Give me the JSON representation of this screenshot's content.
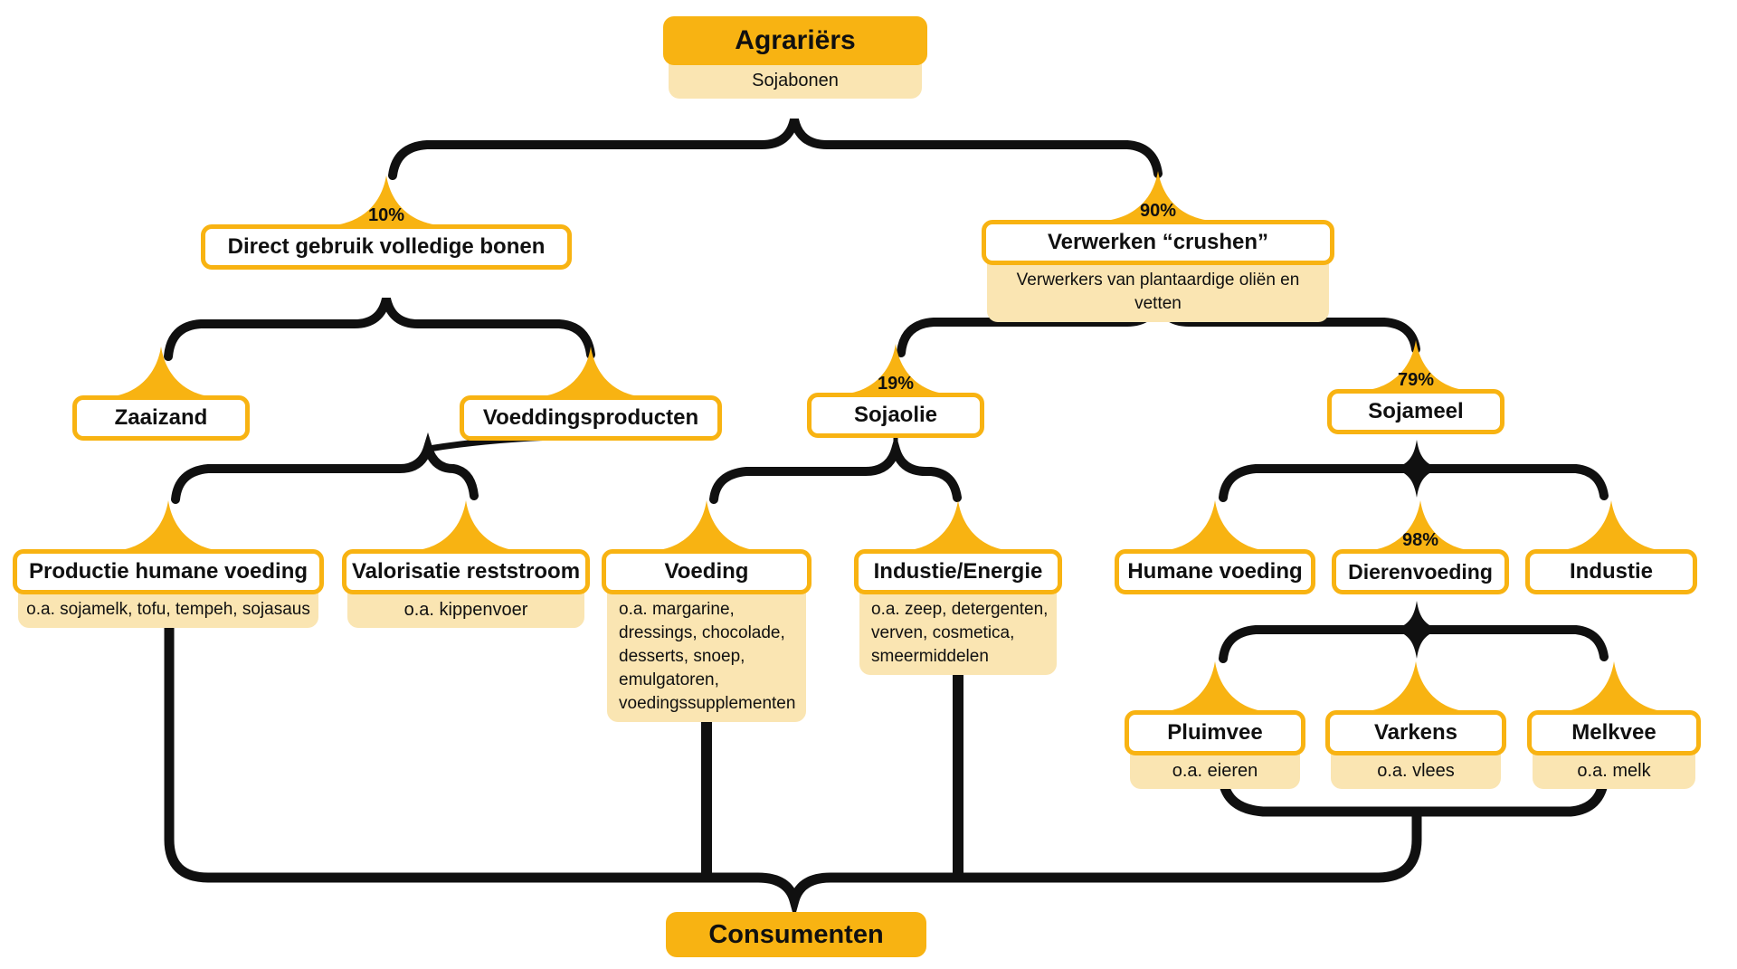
{
  "title_hint": "Sojaketen stroomschema",
  "colors": {
    "gold": "#F8B312",
    "light_yellow": "#FAE5B2",
    "line": "#101010",
    "box_bg": "#FFFFFF"
  },
  "nodes": {
    "agrariers": {
      "label": "Agrariërs",
      "sublabel": "Sojabonen"
    },
    "direct_gebruik": {
      "label": "Direct gebruik volledige bonen",
      "percent": "10%"
    },
    "verwerken": {
      "label": "Verwerken “crushen”",
      "sublabel": "Verwerkers van plantaardige oliën en vetten",
      "percent": "90%"
    },
    "zaaizand": {
      "label": "Zaaizand"
    },
    "voeddingsproducten": {
      "label": "Voeddingsproducten"
    },
    "sojaolie": {
      "label": "Sojaolie",
      "percent": "19%"
    },
    "sojameel": {
      "label": "Sojameel",
      "percent": "79%"
    },
    "productie_humane_voeding": {
      "label": "Productie humane voeding",
      "sublabel": "o.a. sojamelk, tofu, tempeh, sojasaus"
    },
    "valorisatie_reststroom": {
      "label": "Valorisatie reststroom",
      "sublabel": "o.a. kippenvoer"
    },
    "voeding": {
      "label": "Voeding",
      "sublabel": "o.a. margarine, dressings, chocolade, desserts, snoep, emulgatoren, voedingssupplementen"
    },
    "industie_energie": {
      "label": "Industie/Energie",
      "sublabel": "o.a. zeep, detergenten, verven, cosmetica, smeermiddelen"
    },
    "humane_voeding": {
      "label": "Humane voeding"
    },
    "dierenvoeding": {
      "label": "Dierenvoeding",
      "percent": "98%"
    },
    "industie": {
      "label": "Industie"
    },
    "pluimvee": {
      "label": "Pluimvee",
      "sublabel": "o.a. eieren"
    },
    "varkens": {
      "label": "Varkens",
      "sublabel": "o.a. vlees"
    },
    "melkvee": {
      "label": "Melkvee",
      "sublabel": "o.a. melk"
    },
    "consumenten": {
      "label": "Consumenten"
    }
  },
  "links": [
    {
      "from": "agrariers",
      "to": "direct_gebruik",
      "percent": "10%"
    },
    {
      "from": "agrariers",
      "to": "verwerken",
      "percent": "90%"
    },
    {
      "from": "direct_gebruik",
      "to": "zaaizand"
    },
    {
      "from": "direct_gebruik",
      "to": "voeddingsproducten"
    },
    {
      "from": "verwerken",
      "to": "sojaolie",
      "percent": "19%"
    },
    {
      "from": "verwerken",
      "to": "sojameel",
      "percent": "79%"
    },
    {
      "from": "voeddingsproducten",
      "to": "productie_humane_voeding"
    },
    {
      "from": "voeddingsproducten",
      "to": "valorisatie_reststroom"
    },
    {
      "from": "sojaolie",
      "to": "voeding"
    },
    {
      "from": "sojaolie",
      "to": "industie_energie"
    },
    {
      "from": "sojameel",
      "to": "humane_voeding"
    },
    {
      "from": "sojameel",
      "to": "dierenvoeding",
      "percent": "98%"
    },
    {
      "from": "sojameel",
      "to": "industie"
    },
    {
      "from": "dierenvoeding",
      "to": "pluimvee"
    },
    {
      "from": "dierenvoeding",
      "to": "varkens"
    },
    {
      "from": "dierenvoeding",
      "to": "melkvee"
    },
    {
      "from": "productie_humane_voeding",
      "to": "consumenten"
    },
    {
      "from": "voeding",
      "to": "consumenten"
    },
    {
      "from": "industie_energie",
      "to": "consumenten"
    },
    {
      "from": "pluimvee",
      "to": "consumenten"
    },
    {
      "from": "varkens",
      "to": "consumenten"
    },
    {
      "from": "melkvee",
      "to": "consumenten"
    }
  ]
}
